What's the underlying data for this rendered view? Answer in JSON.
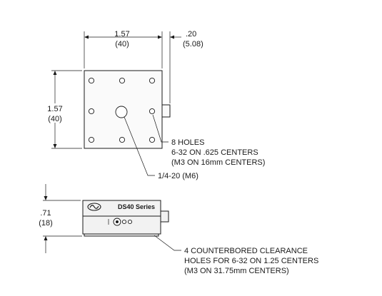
{
  "top_view": {
    "width_dim": {
      "inch": "1.57",
      "mm": "(40)"
    },
    "height_dim": {
      "inch": "1.57",
      "mm": "(40)"
    },
    "offset_dim": {
      "inch": ".20",
      "mm": "(5.08)"
    },
    "holes_note": {
      "line1": "8 HOLES",
      "line2": "6-32 ON .625 CENTERS",
      "line3": "(M3 ON 16mm CENTERS)"
    },
    "center_hole_note": "1/4-20 (M6)"
  },
  "side_view": {
    "height_dim": {
      "inch": ".71",
      "mm": "(18)"
    },
    "label": "DS40 Series",
    "clearance_note": {
      "line1": "4 COUNTERBORED CLEARANCE",
      "line2": "HOLES FOR 6-32 ON 1.25 CENTERS",
      "line3": "(M3 ON 31.75mm CENTERS)"
    }
  }
}
